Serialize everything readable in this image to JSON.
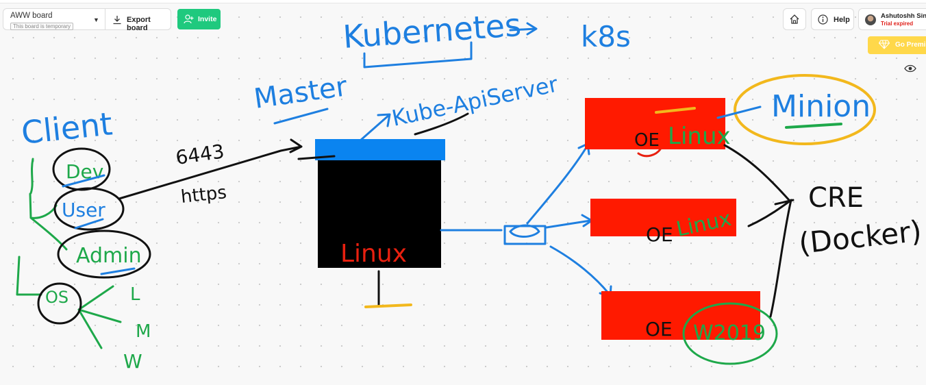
{
  "toolbar": {
    "board_name": "AWW board",
    "board_temp_label": "This board is temporary",
    "export_label": "Export board",
    "invite_label": "Invite",
    "help_label": "Help",
    "premium_label": "Go Premiu"
  },
  "user": {
    "name": "Ashutoshh Singh",
    "status": "Trial expired"
  },
  "icons": {
    "caret": "chevron-down-icon",
    "export": "download-icon",
    "invite": "add-user-icon",
    "home": "home-icon",
    "help": "info-icon",
    "premium": "diamond-icon",
    "visibility": "eye-icon"
  },
  "colors": {
    "invite": "#1fc97e",
    "premium": "#ffd84a",
    "ink_blue": "#1e7fe0",
    "ink_green": "#1ea84a",
    "ink_red": "#e8200f",
    "ink_black": "#111111",
    "ink_yellow": "#f2b81d",
    "server_blue": "#0a84f0",
    "box_red": "#ff1a00"
  },
  "drawing": {
    "kubernetes": "Kubernetes",
    "k8s": "k8s",
    "master": "Master",
    "apiserver": "Kube-ApiServer",
    "client": "Client",
    "dev": "Dev",
    "user": "User",
    "admin": "Admin",
    "os": "OS",
    "l": "L",
    "m": "M",
    "w": "W",
    "protocol_1": "6443",
    "protocol_2": "https",
    "master_os": "Linux",
    "node1_prefix": "OE",
    "node1_os": "Linux",
    "node2_prefix": "OE",
    "node2_os": "Linux",
    "node3_prefix": "OE",
    "node3_os": "W2019",
    "minion": "Minion",
    "cre_1": "CRE",
    "cre_2": "(Docker)"
  }
}
